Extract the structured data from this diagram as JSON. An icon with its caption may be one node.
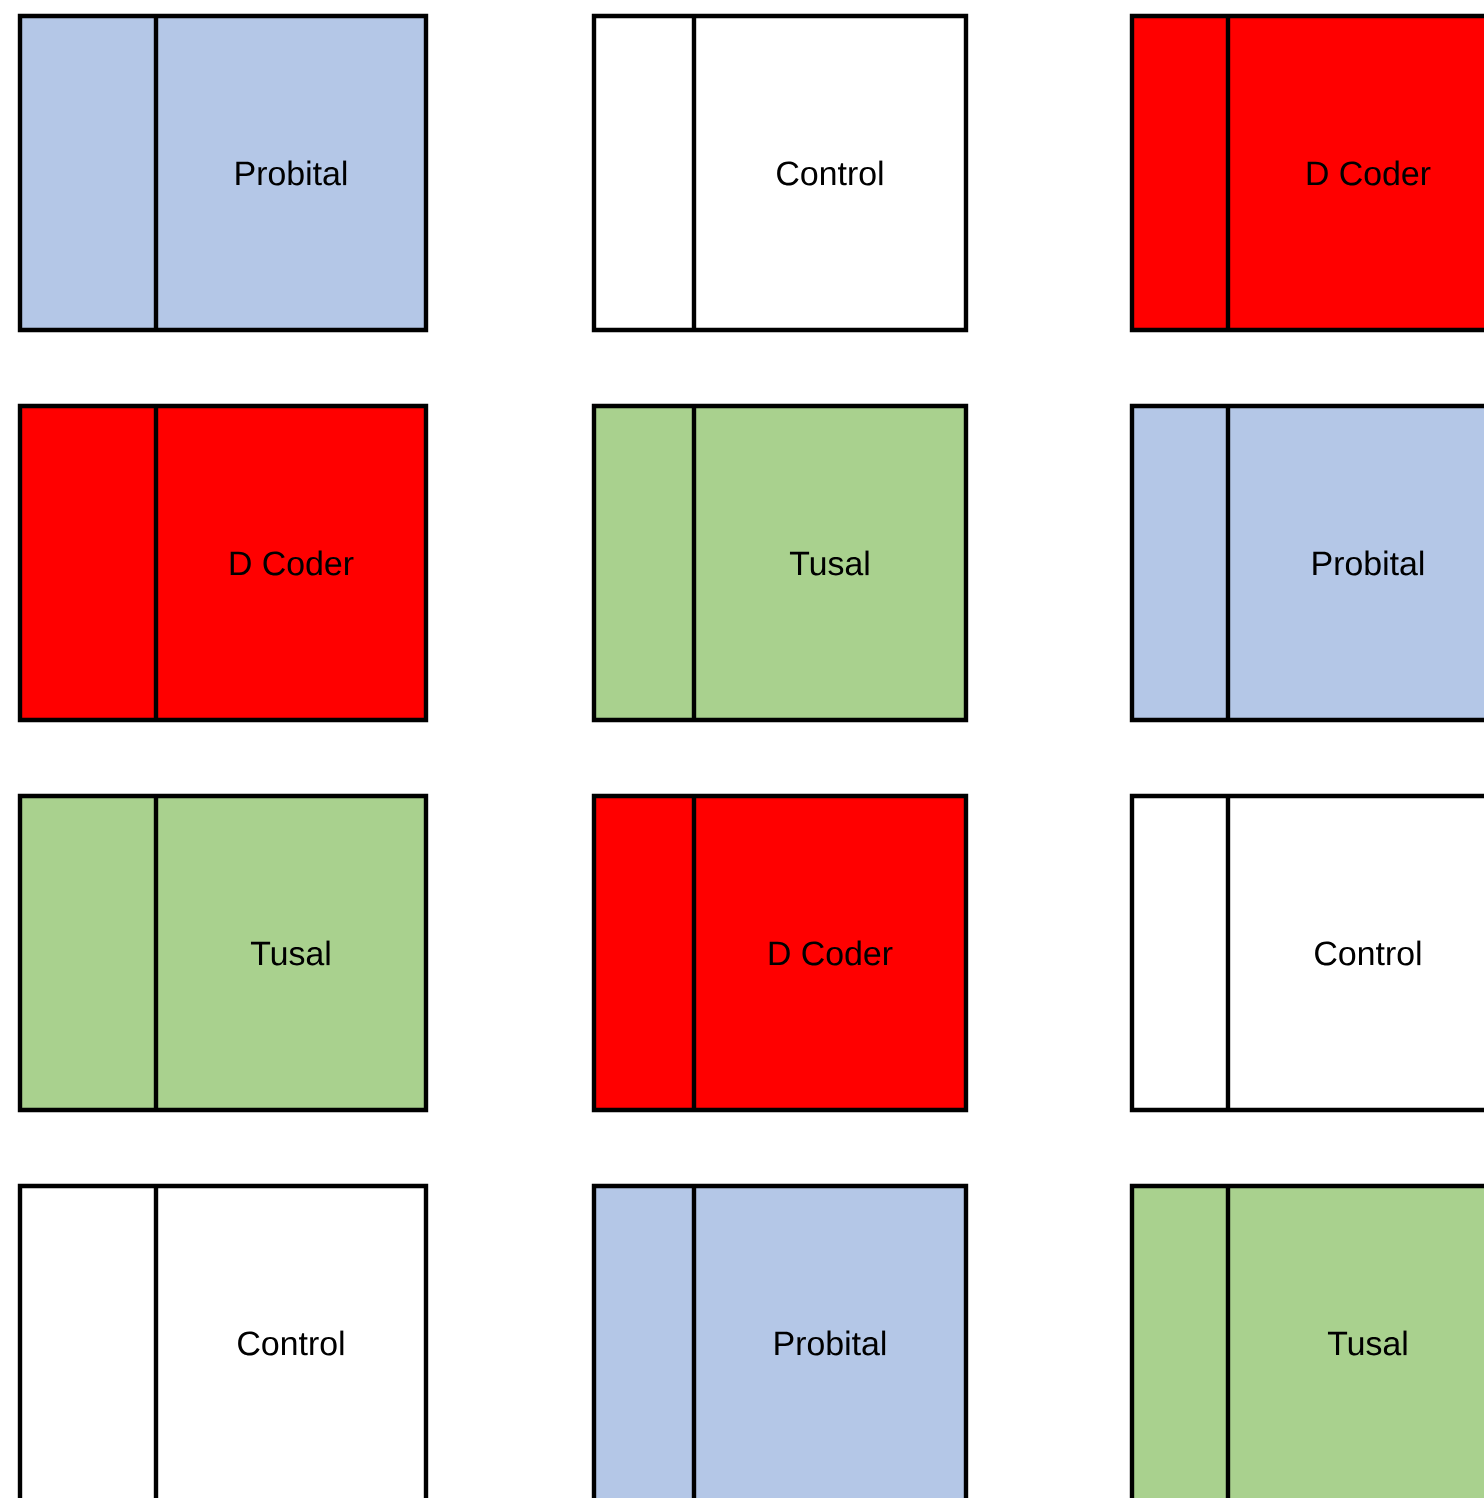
{
  "diagram": {
    "nodes": [
      {
        "text": [
          "Probital"
        ]
      },
      {
        "text": [
          "Control"
        ]
      },
      {
        "text": [
          "D Coder"
        ]
      },
      {
        "text": [
          "D Coder"
        ]
      },
      {
        "text": [
          "Tusal"
        ]
      },
      {
        "text": [
          "Probital"
        ]
      },
      {
        "text": [
          "Tusal"
        ]
      },
      {
        "text": [
          "D Coder"
        ]
      },
      {
        "text": [
          "Control"
        ]
      },
      {
        "text": [
          "Control"
        ]
      },
      {
        "text": [
          "Probital"
        ]
      },
      {
        "text": [
          "Tusal"
        ]
      }
    ]
  }
}
